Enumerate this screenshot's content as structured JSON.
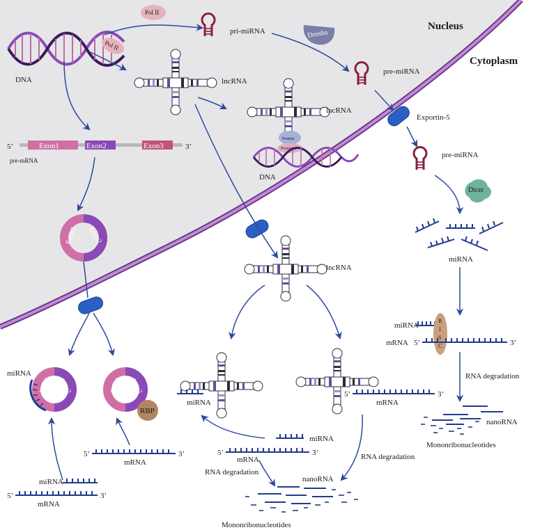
{
  "regions": {
    "nucleus": "Nucleus",
    "cytoplasm": "Cytoplasm"
  },
  "enzymes": {
    "pol_ii_top": "Pol II",
    "pol_ii_left": "Pol II",
    "drosha": "Drosha",
    "dicer": "Dicer",
    "risc": [
      "R",
      "I",
      "S",
      "C"
    ],
    "rbp": "RBP",
    "protein": "Protein",
    "promoter": "Promoter"
  },
  "labels": {
    "dna_left": "DNA",
    "dna_mid": "DNA",
    "pri_mirna": "pri-miRNA",
    "pre_mirna_nucleus": "pre-miRNA",
    "pre_mirna_cyto": "pre-miRNA",
    "exportin5": "Exportin-5",
    "lncrna_1": "lncRNA",
    "lncrna_2": "lncRNA",
    "lncrna_3": "lncRNA",
    "mirna_dicer": "miRNA",
    "risc_mirna": "miRNA",
    "risc_mrna": "mRNA",
    "risc_5": "5’",
    "risc_3": "3’",
    "rna_deg_right": "RNA degradation",
    "nanorna_right": "nanoRNA",
    "mono_right": "Mononribonucleotides",
    "pre_mrna": "pre-mRNA",
    "pre_mrna_5": "5’",
    "pre_mrna_3": "3’",
    "exon1": "Exon1",
    "exon2": "Exon2",
    "exon3": "Exon3",
    "circ_exon1": "Exon1",
    "circ_exon2": "Exon2",
    "circ_l_mirna": "miRNA",
    "circ_l_exon1": "Exon1",
    "circ_l_exon2": "Exon2",
    "circ_r_exon1": "Exon1",
    "circ_r_exon2": "Exon2",
    "bl_mirna": "miRNA",
    "bl_mrna": "mRNA",
    "bl_5": "5’",
    "bl_3": "3’",
    "bm_mrna": "mRNA",
    "bm_5": "5’",
    "bm_3": "3’",
    "lnc_l_mirna": "miRNA",
    "mid_mirna": "miRNA",
    "mid_mrna": "mRNA",
    "mid_5": "5’",
    "mid_3": "3’",
    "rna_deg_mid": "RNA degradation",
    "lnc_r_mrna": "mRNA",
    "lnc_r_5": "5’",
    "lnc_r_3": "3’",
    "rna_deg_mid2": "RNA degradation",
    "nanorna_mid": "nanoRNA",
    "mono_mid": "Mononribonucleotides"
  },
  "colors": {
    "nucleus_bg": "#e6e6e8",
    "membrane": "#b07cc6",
    "membrane_dark": "#6a3a86",
    "arrow": "#2c4a9a",
    "strand": "#1f3c8c",
    "exon_pink": "#d06fa6",
    "exon_purple": "#8a4ab6",
    "exon_rose": "#c2547a",
    "hairpin": "#8a1f3a",
    "pore": "#2c5fc4",
    "pol": "#e6b3bd",
    "drosha": "#7b7ea8",
    "dicer": "#6fb39a",
    "risc": "#c9a07e",
    "rbp": "#b08560"
  }
}
